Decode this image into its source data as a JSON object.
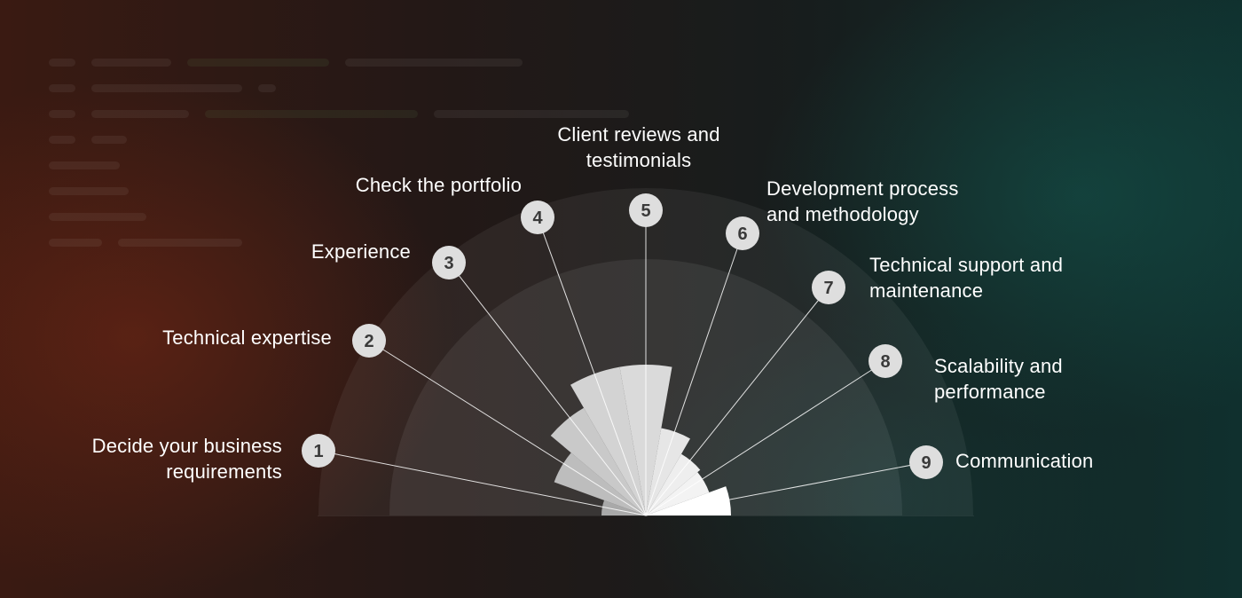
{
  "steps": [
    {
      "number": "1",
      "label": "Decide your business\nrequirements",
      "value": 0.25
    },
    {
      "number": "2",
      "label": "Technical expertise",
      "value": 0.55
    },
    {
      "number": "3",
      "label": "Experience",
      "value": 0.7
    },
    {
      "number": "4",
      "label": "Check the portfolio",
      "value": 0.85
    },
    {
      "number": "5",
      "label": "Client reviews and\ntestimonials",
      "value": 0.85
    },
    {
      "number": "6",
      "label": "Development process\nand methodology",
      "value": 0.5
    },
    {
      "number": "7",
      "label": "Technical support and\nmaintenance",
      "value": 0.4
    },
    {
      "number": "8",
      "label": "Scalability and\nperformance",
      "value": 0.38
    },
    {
      "number": "9",
      "label": "Communication",
      "value": 0.48
    }
  ],
  "colors": {
    "sectors": [
      "#a9a9a9",
      "#bdbdbd",
      "#c9c9c9",
      "#d3d3d3",
      "#dadada",
      "#e6e6e6",
      "#eeeeee",
      "#f3f3f3",
      "#ffffff"
    ],
    "badge": "#dedede",
    "badge_text": "#3a3a3a",
    "label": "#ffffff"
  }
}
